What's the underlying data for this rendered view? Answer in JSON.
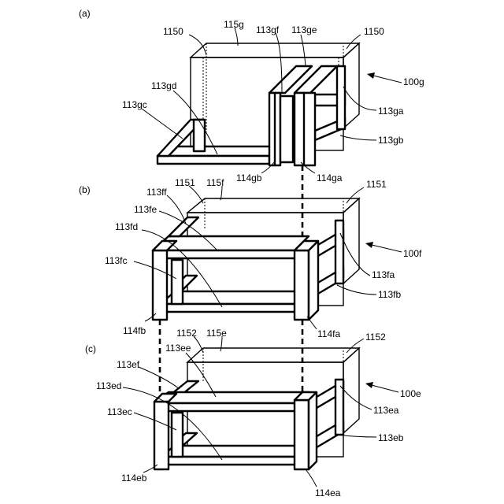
{
  "panels": [
    {
      "letter": "(a)"
    },
    {
      "letter": "(b)"
    },
    {
      "letter": "(c)"
    }
  ],
  "labels": {
    "a": [
      "1150",
      "115g",
      "113gf",
      "113ge",
      "1150",
      "113gd",
      "113gc",
      "100g",
      "113ga",
      "113gb",
      "114gb",
      "114ga"
    ],
    "b": [
      "1151",
      "113ff",
      "115f",
      "1151",
      "113fe",
      "113fd",
      "100f",
      "113fc",
      "113fa",
      "113fb",
      "114fb",
      "114fa"
    ],
    "c": [
      "1152",
      "115e",
      "1152",
      "113ee",
      "113ef",
      "113ed",
      "100e",
      "113ec",
      "113ea",
      "113eb",
      "114eb",
      "114ea"
    ]
  }
}
